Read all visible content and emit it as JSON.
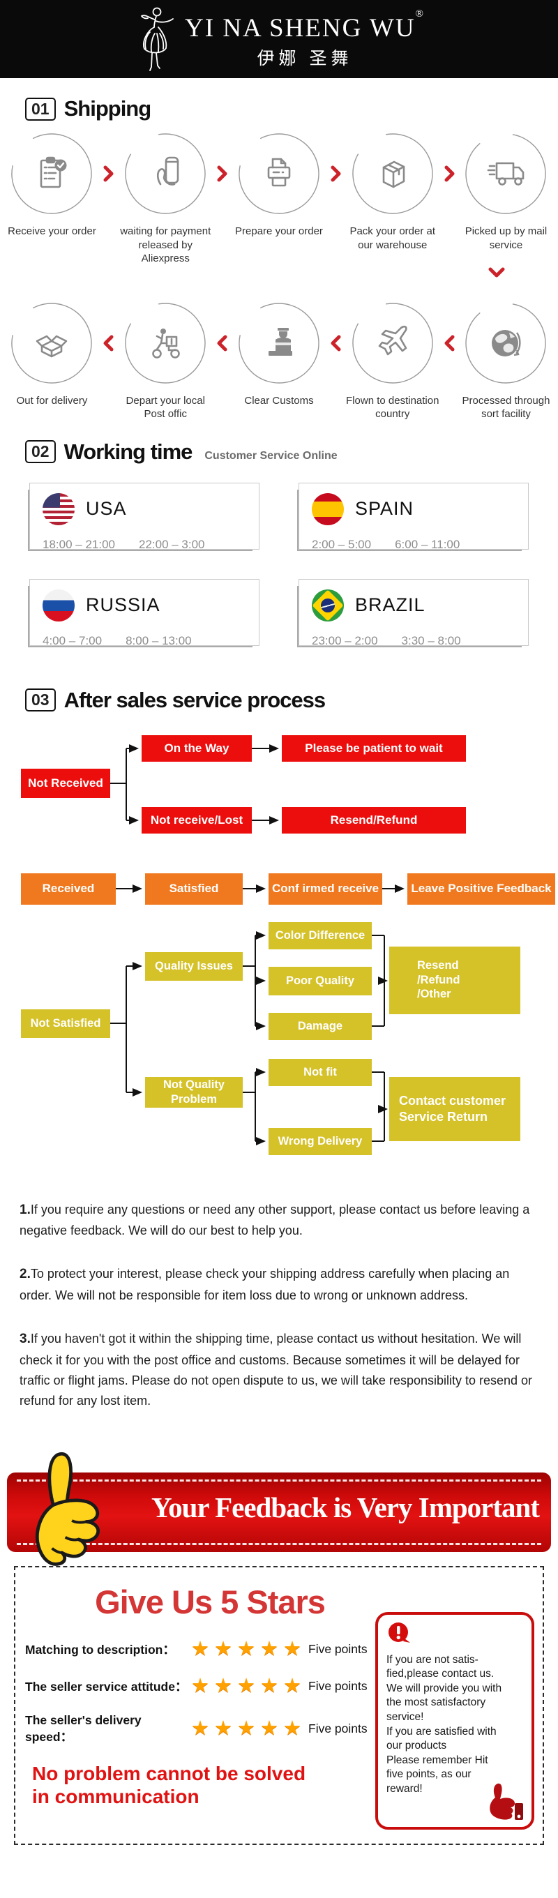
{
  "header": {
    "brand": "YI NA SHENG WU",
    "reg": "®",
    "brand_cn": "伊娜 圣舞"
  },
  "sections": {
    "s1": {
      "num": "01",
      "title": "Shipping"
    },
    "s2": {
      "num": "02",
      "title": "Working time",
      "subtitle": "Customer Service Online"
    },
    "s3": {
      "num": "03",
      "title": "After sales service process"
    }
  },
  "shipping": {
    "row1": [
      {
        "label": "Receive your order",
        "icon": "clipboard-check-icon"
      },
      {
        "label": "waiting for payment released by Aliexpress",
        "icon": "payment-card-icon"
      },
      {
        "label": "Prepare your order",
        "icon": "printer-icon"
      },
      {
        "label": "Pack your order at our warehouse",
        "icon": "package-box-icon"
      },
      {
        "label": "Picked up by mail service",
        "icon": "delivery-truck-icon"
      }
    ],
    "row2": [
      {
        "label": "Out for delivery",
        "icon": "open-box-icon"
      },
      {
        "label": "Depart your local Post offic",
        "icon": "scooter-icon"
      },
      {
        "label": "Clear Customs",
        "icon": "customs-officer-icon"
      },
      {
        "label": "Flown to destination country",
        "icon": "airplane-icon"
      },
      {
        "label": "Processed through sort facility",
        "icon": "globe-icon"
      }
    ]
  },
  "working_time": {
    "countries": [
      {
        "name": "USA",
        "times": [
          "18:00 – 21:00",
          "22:00 – 3:00"
        ]
      },
      {
        "name": "SPAIN",
        "times": [
          "2:00 – 5:00",
          "6:00 – 11:00"
        ]
      },
      {
        "name": "RUSSIA",
        "times": [
          "4:00 – 7:00",
          "8:00 – 13:00"
        ]
      },
      {
        "name": "BRAZIL",
        "times": [
          "23:00 – 2:00",
          "3:30 – 8:00"
        ]
      }
    ]
  },
  "flow": {
    "not_received": "Not Received",
    "on_the_way": "On the Way",
    "please_wait": "Please be patient to wait",
    "not_receive_lost": "Not receive/Lost",
    "resend_refund": "Resend/Refund",
    "received": "Received",
    "satisfied": "Satisfied",
    "confirmed_receive": "Conf irmed receive",
    "leave_positive_feedback": "Leave Positive Feedback",
    "color_difference": "Color Difference",
    "quality_issues": "Quality Issues",
    "poor_quality": "Poor Quality",
    "resend_refund_other": "Resend\n/Refund\n/Other",
    "damage": "Damage",
    "not_satisfied": "Not Satisfied",
    "not_fit": "Not fit",
    "not_quality_problem": "Not Quality\nProblem",
    "contact_customer_return": "Contact customer\nService Return",
    "wrong_delivery": "Wrong Delivery"
  },
  "notes": [
    {
      "num": "1.",
      "text": "If you require any questions or need any other support, please contact us before leaving a negative feedback. We will do our best to help you."
    },
    {
      "num": "2.",
      "text": "To protect your interest, please check your shipping address carefully when placing an order. We will not be responsible for item loss due to wrong or unknown address."
    },
    {
      "num": "3.",
      "text": "If you haven't got it within the shipping time, please contact us without hesitation. We will check it for you with the post office and customs. Because sometimes it will be delayed for traffic or flight jams. Please do not open dispute to us, we will take responsibility to resend or refund for any lost item."
    }
  ],
  "banner": {
    "text": "Your Feedback is Very Important"
  },
  "feedback": {
    "title": "Give Us 5 Stars",
    "rows": [
      {
        "label": "Matching to description：",
        "stars": 5,
        "points": "Five points"
      },
      {
        "label": "The seller service attitude：",
        "stars": 5,
        "points": "Five points"
      },
      {
        "label": "The seller's delivery speed：",
        "stars": 5,
        "points": "Five points"
      }
    ],
    "note": "If you are not satis-\nfied,please contact us.\nWe will provide you with\nthe most satisfactory\nservice!\nIf you are satisfied with\nour products\nPlease remember Hit\nfive points, as our\nreward!",
    "bottom_text": "No problem cannot be solved\nin communication"
  },
  "colors": {
    "flow_red": "#ec0d0d",
    "flow_orange": "#f0791f",
    "flow_yellow": "#d5c128",
    "banner_red": "#cf0a0a",
    "star_orange": "#ffa200",
    "accent_chevron": "#cc2229"
  }
}
